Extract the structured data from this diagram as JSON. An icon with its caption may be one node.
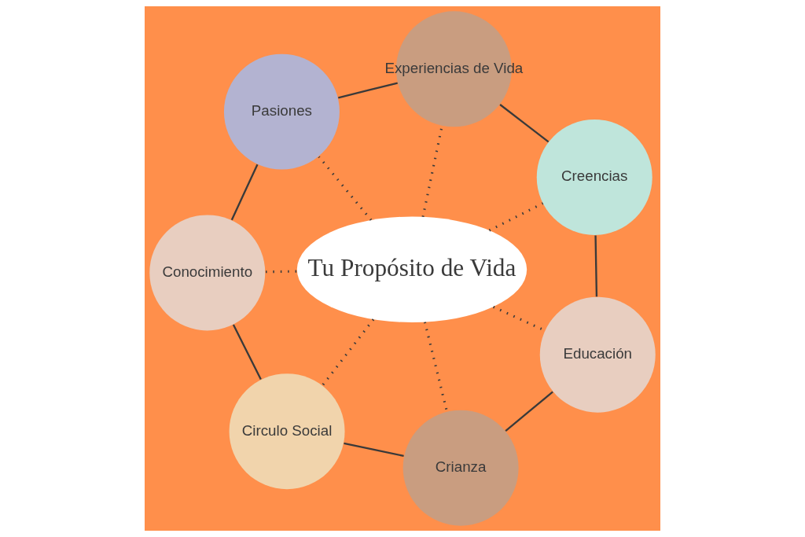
{
  "diagram": {
    "nodes": [
      {
        "text": [
          "Tu Propósito de Vida"
        ]
      },
      {
        "text": [
          "Educación"
        ]
      },
      {
        "text": [
          "Creencias"
        ]
      },
      {
        "text": [
          "Experiencias de Vida"
        ]
      },
      {
        "text": [
          "Pasiones"
        ]
      },
      {
        "text": [
          "Conocimiento"
        ]
      },
      {
        "text": [
          "Circulo Social"
        ]
      },
      {
        "text": [
          "Crianza"
        ]
      }
    ],
    "edges": [
      {
        "from": 0,
        "to": 1,
        "arrow": "none",
        "style": "dashed"
      },
      {
        "from": 0,
        "to": 2,
        "arrow": "none",
        "style": "dashed"
      },
      {
        "from": 0,
        "to": 3,
        "arrow": "none",
        "style": "dashed"
      },
      {
        "from": 0,
        "to": 4,
        "arrow": "none",
        "style": "dashed"
      },
      {
        "from": 0,
        "to": 5,
        "arrow": "none",
        "style": "dashed"
      },
      {
        "from": 0,
        "to": 6,
        "arrow": "none",
        "style": "dashed"
      },
      {
        "from": 0,
        "to": 7,
        "arrow": "none",
        "style": "dashed"
      },
      {
        "from": 1,
        "to": 2,
        "arrow": "none"
      },
      {
        "from": 2,
        "to": 3,
        "arrow": "none"
      },
      {
        "from": 3,
        "to": 4,
        "arrow": "none"
      },
      {
        "from": 4,
        "to": 5,
        "arrow": "none"
      },
      {
        "from": 5,
        "to": 6,
        "arrow": "none"
      },
      {
        "from": 6,
        "to": 7,
        "arrow": "none"
      },
      {
        "from": 7,
        "to": 1,
        "arrow": "none"
      }
    ]
  }
}
